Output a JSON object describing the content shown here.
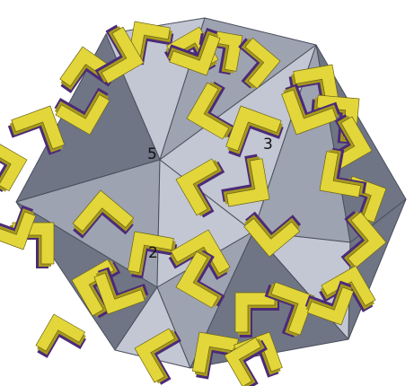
{
  "image": {
    "subject": "icosahedron-puzzle",
    "face_labels": {
      "top_left": "5",
      "right": "3",
      "lower_left": "2"
    }
  },
  "colors": {
    "face": "#9ea3b1",
    "face_light": "#c3c7d3",
    "face_dark": "#6f7585",
    "edge": "#4a4f5c",
    "piece_top": "#e2d63a",
    "piece_side": "#a69a1e",
    "piece_shadow": "#4b2a78",
    "background": "#ffffff"
  }
}
